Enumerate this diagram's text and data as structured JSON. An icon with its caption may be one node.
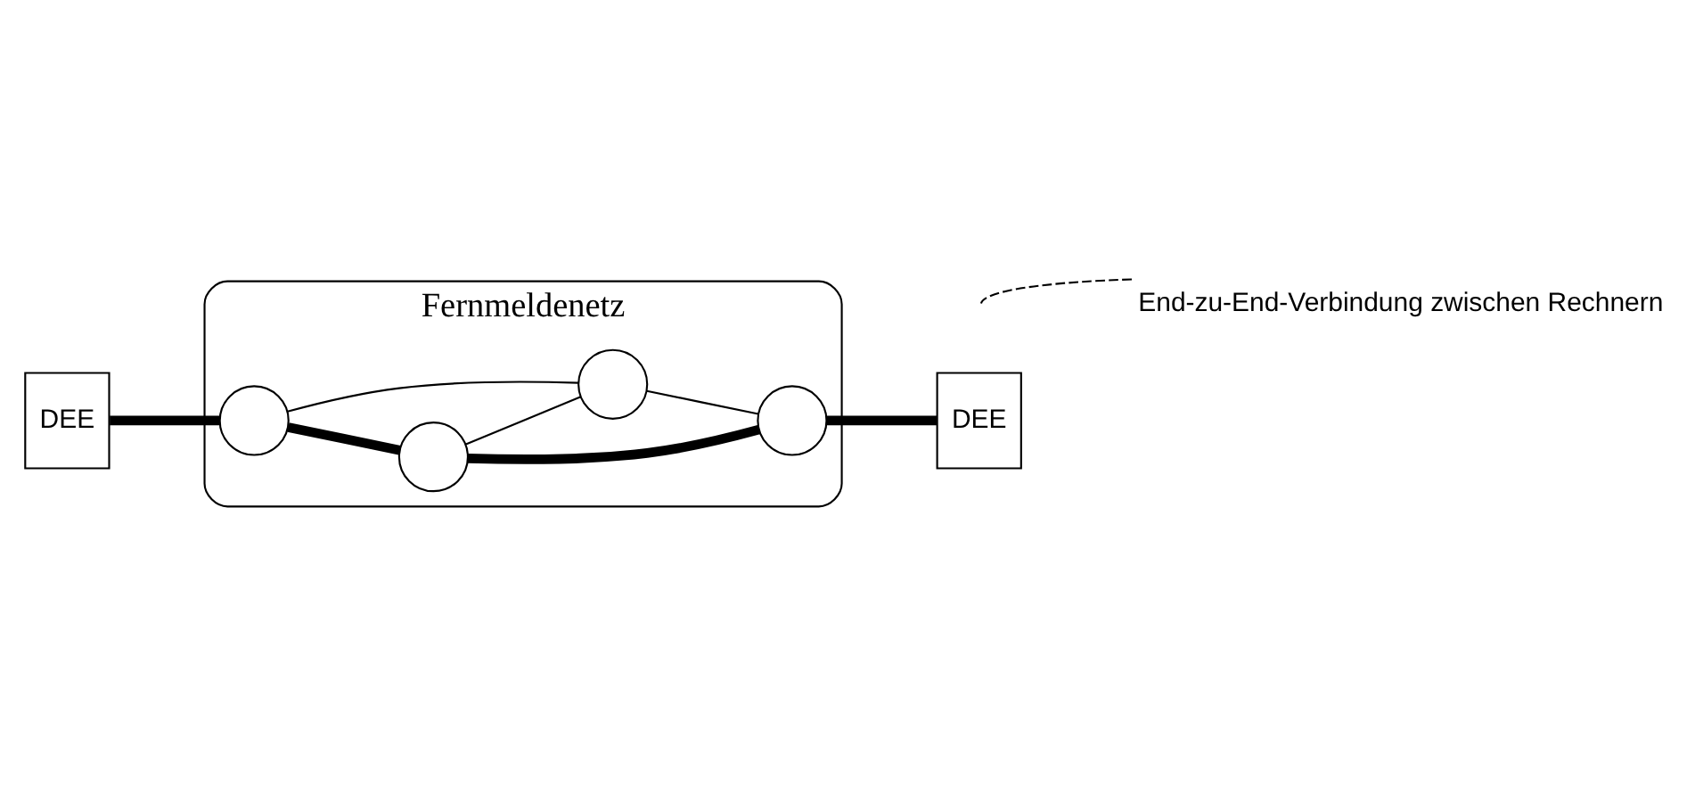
{
  "diagram": {
    "nodes": [
      {
        "text": [
          "Fernmeldenetz"
        ]
      },
      {
        "text": [
          "DEE"
        ]
      },
      {
        "text": [],
        "shape": "circle",
        "in": 0
      },
      {
        "text": [],
        "shape": "circle",
        "in": 0
      },
      {
        "text": [],
        "shape": "circle",
        "in": 0
      },
      {
        "text": [],
        "shape": "circle",
        "in": 0
      },
      {
        "text": [
          "DEE"
        ]
      },
      {
        "text": [
          "End-zu-End-Verbindung zwischen Rechnern"
        ]
      }
    ],
    "edges": [
      {
        "from": 6,
        "to": 2,
        "arrow": "none",
        "style": "thick"
      },
      {
        "from": 2,
        "to": 3,
        "arrow": "none",
        "style": "thick"
      },
      {
        "from": 3,
        "to": 5,
        "arrow": "none",
        "style": "thick"
      },
      {
        "from": 5,
        "to": 1,
        "arrow": "none",
        "style": "thick"
      },
      {
        "from": 2,
        "to": 4,
        "arrow": "none"
      },
      {
        "from": 3,
        "to": 4,
        "arrow": "none"
      },
      {
        "from": 4,
        "to": 5,
        "arrow": "none"
      },
      {
        "from": 7,
        "to": null,
        "arrow": "none",
        "style": "dashed"
      }
    ]
  }
}
